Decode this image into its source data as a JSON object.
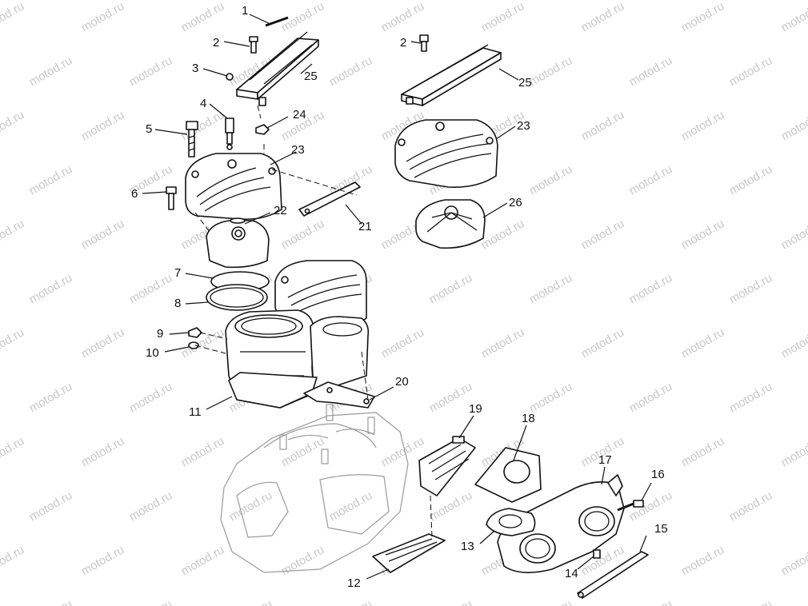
{
  "watermark": "motod.ru",
  "callouts": [
    {
      "id": "1",
      "label": "1"
    },
    {
      "id": "2a",
      "label": "2"
    },
    {
      "id": "2b",
      "label": "2"
    },
    {
      "id": "3",
      "label": "3"
    },
    {
      "id": "4",
      "label": "4"
    },
    {
      "id": "5",
      "label": "5"
    },
    {
      "id": "6",
      "label": "6"
    },
    {
      "id": "7",
      "label": "7"
    },
    {
      "id": "8",
      "label": "8"
    },
    {
      "id": "9",
      "label": "9"
    },
    {
      "id": "10",
      "label": "10"
    },
    {
      "id": "11",
      "label": "11"
    },
    {
      "id": "12",
      "label": "12"
    },
    {
      "id": "13",
      "label": "13"
    },
    {
      "id": "14",
      "label": "14"
    },
    {
      "id": "15",
      "label": "15"
    },
    {
      "id": "16",
      "label": "16"
    },
    {
      "id": "17",
      "label": "17"
    },
    {
      "id": "18",
      "label": "18"
    },
    {
      "id": "19",
      "label": "19"
    },
    {
      "id": "20",
      "label": "20"
    },
    {
      "id": "21",
      "label": "21"
    },
    {
      "id": "22",
      "label": "22"
    },
    {
      "id": "23a",
      "label": "23"
    },
    {
      "id": "23b",
      "label": "23"
    },
    {
      "id": "24",
      "label": "24"
    },
    {
      "id": "25a",
      "label": "25"
    },
    {
      "id": "25b",
      "label": "25"
    },
    {
      "id": "26",
      "label": "26"
    }
  ]
}
